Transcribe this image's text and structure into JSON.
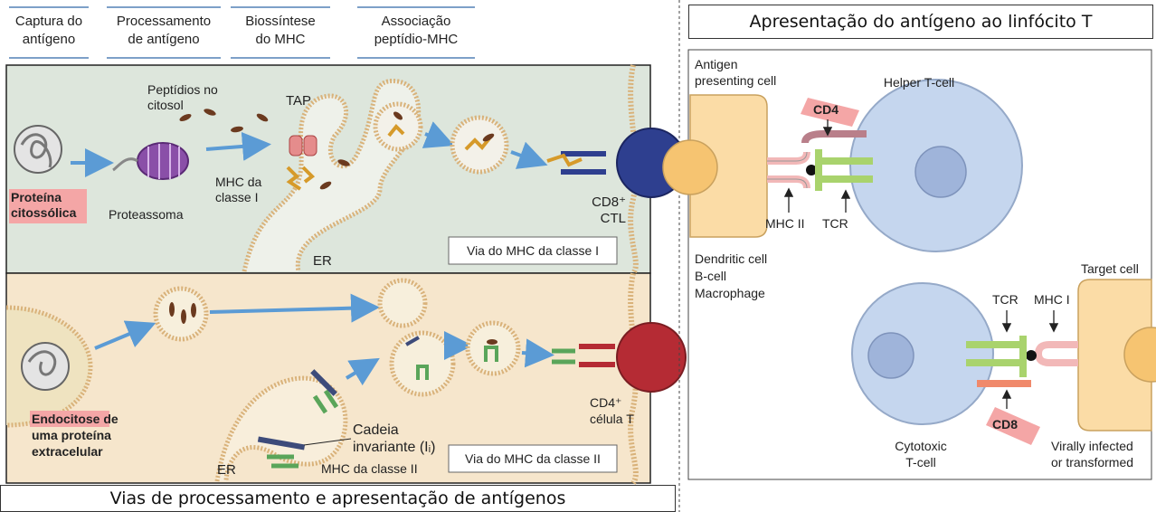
{
  "left_panel": {
    "steps": [
      "Captura do\nantígeno",
      "Processamento\nde antígeno",
      "Biossíntese\ndo MHC",
      "Associação\npeptídio-MHC"
    ],
    "top": {
      "protein_label": "Proteína\ncitossólica",
      "proteasome_label": "Proteassoma",
      "peptides_label": "Peptídios no\ncitosol",
      "tap_label": "TAP",
      "mhc1_label": "MHC da\nclasse I",
      "cell_label": "CD8⁺\nCTL",
      "pathway_label": "Via do MHC da classe I",
      "er_label": "ER"
    },
    "bottom": {
      "endocytosis_label_highlight": "Endocitose",
      "endocytosis_label_rest": " de\numa proteína\nextracelular",
      "invariant_label": "Cadeia\ninvariante (Iᵢ)",
      "mhc2_label": "MHC da classe II",
      "cell_label": "CD4⁺\ncélula T",
      "pathway_label": "Via do MHC da classe II",
      "er_label": "ER"
    },
    "caption": "Vias de processamento e apresentação de antígenos"
  },
  "right_panel": {
    "title": "Apresentação do antígeno ao linfócito T",
    "apc_label": "Antigen\npresenting cell",
    "helper_label": "Helper T-cell",
    "cd4_label": "CD4",
    "mhc2_label": "MHC II",
    "tcr_label_top": "TCR",
    "apc_types": "Dendritic cell\nB-cell\nMacrophage",
    "target_label": "Target cell",
    "tcr_label_bottom": "TCR",
    "mhc1_label": "MHC I",
    "cd8_label": "CD8",
    "cytotoxic_label": "Cytotoxic\nT-cell",
    "infected_label": "Virally infected\nor transformed"
  },
  "colors": {
    "top_band": "#dde6dc",
    "bottom_band": "#f6e6cc",
    "membrane": "#d9b27a",
    "arrow": "#5b9bd5",
    "highlight": "#f4a6a6",
    "cell_blue": "#c5d6ee",
    "apc_fill": "#fbdca6"
  }
}
